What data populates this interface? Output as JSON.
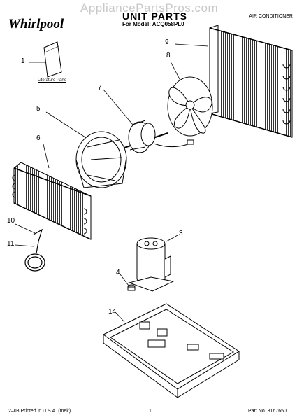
{
  "header": {
    "watermark": "AppliancePartsPros.com",
    "brand": "Whirlpool",
    "title": "UNIT PARTS",
    "model": "For Model: ACQ058PL0",
    "category": "AIR CONDITIONER"
  },
  "literature_label": "Literature Parts",
  "callouts": {
    "c1": "1",
    "c3": "3",
    "c4": "4",
    "c5": "5",
    "c6": "6",
    "c7": "7",
    "c8": "8",
    "c9": "9",
    "c10": "10",
    "c11": "11",
    "c14": "14"
  },
  "footer": {
    "left": "2–03 Printed in U.S.A. (mek)",
    "center": "1",
    "right": "Part No. 8167650"
  }
}
